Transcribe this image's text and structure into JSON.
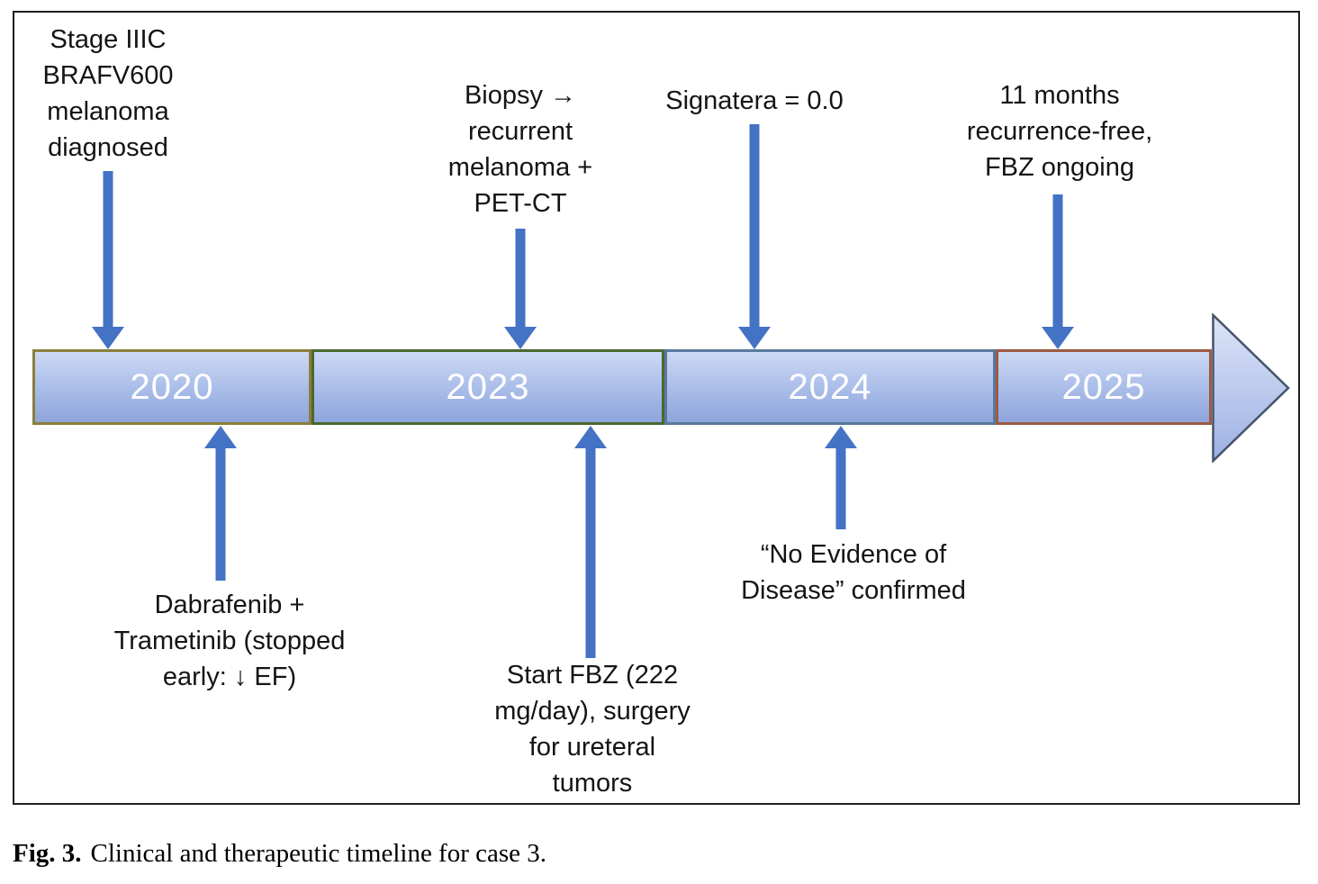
{
  "caption": {
    "label": "Fig. 3.",
    "text": "Clinical and therapeutic timeline for case 3."
  },
  "timeline": {
    "segments": [
      {
        "year": "2020",
        "border_color": "#8a7f3c"
      },
      {
        "year": "2023",
        "border_color": "#4b682e"
      },
      {
        "year": "2024",
        "border_color": "#5a789e"
      },
      {
        "year": "2025",
        "border_color": "#9d5a43"
      }
    ],
    "bar_fill_top": "#cdd9f4",
    "bar_fill_bottom": "#8ea5db",
    "year_text_color": "#ffffff",
    "arrow_color": "#4472c4",
    "arrowhead_border_color": "#44546a"
  },
  "annotations": {
    "above": [
      {
        "text": "Stage IIIC\nBRAFV600\nmelanoma\ndiagnosed"
      },
      {
        "text": "Biopsy →\nrecurrent\nmelanoma +\nPET-CT"
      },
      {
        "text": "Signatera = 0.0"
      },
      {
        "text": "11 months\nrecurrence-free,\nFBZ ongoing"
      }
    ],
    "below": [
      {
        "text": "Dabrafenib +\nTrametinib (stopped\nearly: ↓ EF)"
      },
      {
        "text": "Start FBZ (222\nmg/day), surgery\nfor ureteral\ntumors"
      },
      {
        "text": "“No Evidence of\nDisease” confirmed"
      }
    ]
  }
}
